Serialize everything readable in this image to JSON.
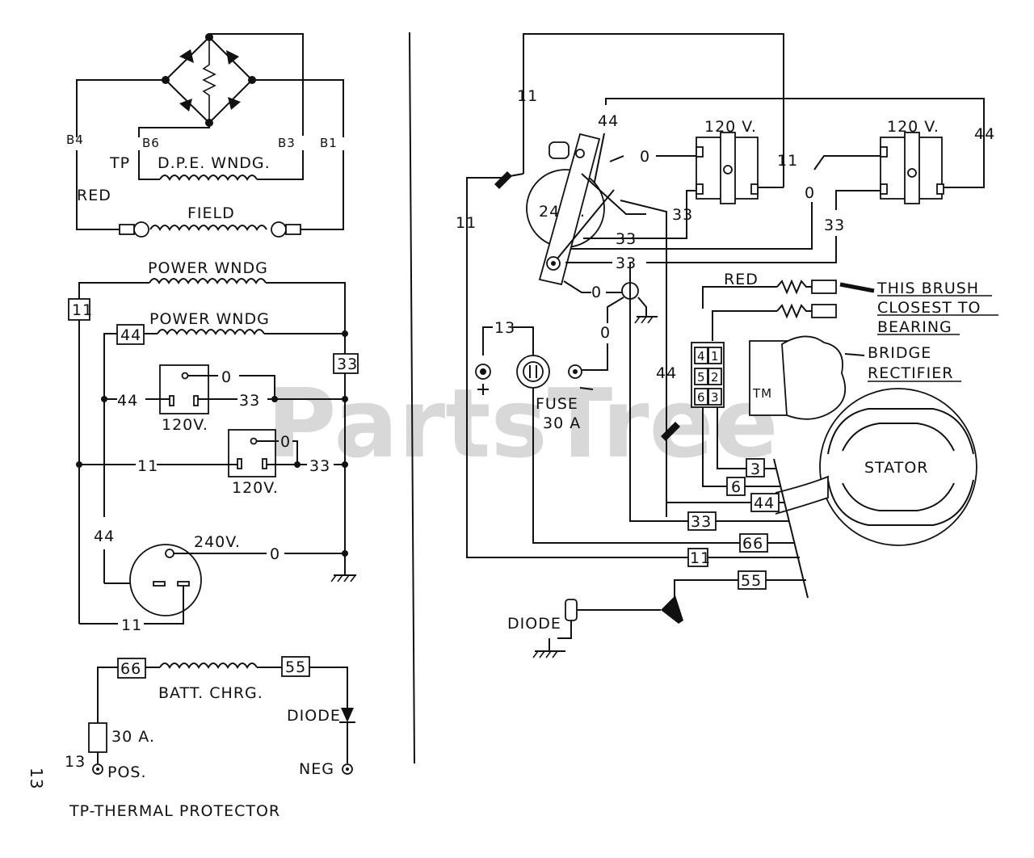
{
  "left": {
    "terminals": {
      "b4": "B4",
      "b6": "B6",
      "b3": "B3",
      "b1": "B1"
    },
    "tp": "TP",
    "dpe_winding": "D.P.E. WNDG.",
    "red": "RED",
    "field": "FIELD",
    "power_winding_1": "POWER WNDG",
    "power_winding_2": "POWER WNDG",
    "wire_11_box": "11",
    "wire_44_box": "44",
    "wire_33_box": "33",
    "wire_44_a": "44",
    "wire_0_a": "0",
    "wire_33_a": "33",
    "receptacle_1": "120V.",
    "wire_11_a": "11",
    "wire_0_b": "0",
    "wire_33_b": "33",
    "receptacle_2": "120V.",
    "wire_44_b": "44",
    "receptacle_240": "240V.",
    "wire_0_c": "0",
    "wire_11_b": "11",
    "wire_66_box": "66",
    "wire_55_box": "55",
    "batt_chrg": "BATT. CHRG.",
    "fuse_30a": "30 A.",
    "wire_13": "13",
    "pos": "POS.",
    "diode": "DIODE",
    "neg": "NEG",
    "page_number": "13",
    "footnote": "TP-THERMAL PROTECTOR"
  },
  "right": {
    "wire_11_top": "11",
    "wire_44_top": "44",
    "wire_0_top": "0",
    "recept_a": "120 V.",
    "wire_11_mid": "11",
    "recept_b": "120 V.",
    "wire_44_right": "44",
    "wire_0_mid": "0",
    "wire_33_a": "33",
    "wire_33_b": "33",
    "outlet_240": "240V.",
    "wire_11_left": "11",
    "wire_33_c": "33",
    "wire_33_d": "33",
    "wire_0_sw": "0",
    "wire_0_gnd": "0",
    "red": "RED",
    "brush_note": [
      "THIS BRUSH",
      "CLOSEST TO",
      "BEARING"
    ],
    "wire_13": "13",
    "wire_44_vert": "44",
    "bridge": [
      "BRIDGE",
      "RECTIFIER"
    ],
    "plug_pins": [
      "4",
      "1",
      "5",
      "2",
      "6",
      "3"
    ],
    "fuse": [
      "FUSE",
      "30 A"
    ],
    "stator": "STATOR",
    "tm": "TM",
    "lead_3": "3",
    "lead_6": "6",
    "lead_44": "44",
    "lead_33": "33",
    "lead_66": "66",
    "lead_11": "11",
    "lead_55": "55",
    "diode": "DIODE"
  },
  "watermark": "PartsTree"
}
